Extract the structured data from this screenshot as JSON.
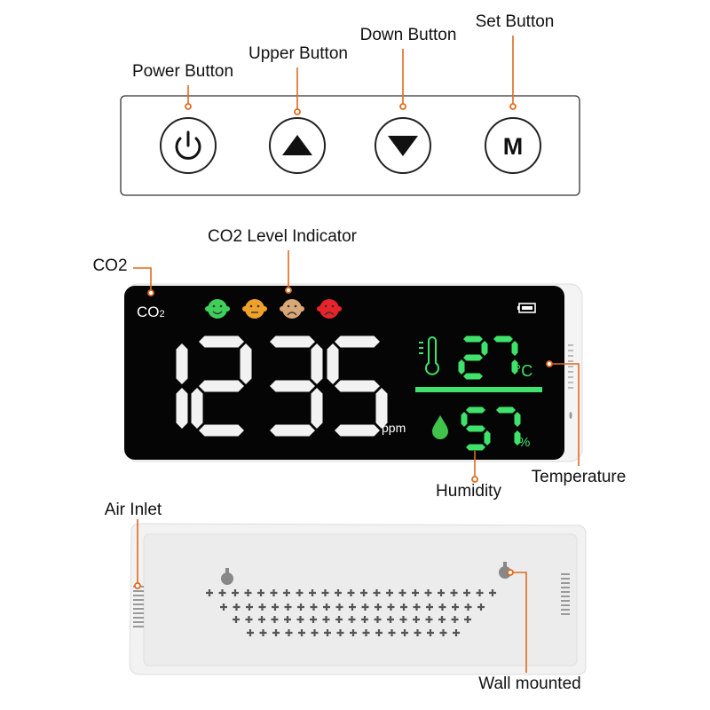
{
  "labels": {
    "power": "Power Button",
    "upper": "Upper Button",
    "down": "Down Button",
    "set": "Set Button",
    "co2": "CO2",
    "co2_level": "CO2 Level Indicator",
    "humidity": "Humidity",
    "temperature": "Temperature",
    "air_inlet": "Air Inlet",
    "wall_mounted": "Wall mounted"
  },
  "buttons": {
    "set_glyph": "M"
  },
  "display": {
    "co2_label": "CO",
    "co2_sub": "2",
    "co2_value": "1235",
    "co2_unit": "ppm",
    "temperature_value": "27",
    "temperature_unit": "°C",
    "humidity_value": "57",
    "humidity_unit": "%",
    "level_faces": [
      {
        "mood": "happy",
        "color": "#3ed05a"
      },
      {
        "mood": "neutral",
        "color": "#f0a12c"
      },
      {
        "mood": "sad",
        "color": "#d9a877"
      },
      {
        "mood": "very-sad",
        "color": "#e8232a"
      }
    ],
    "digit_white": "#f2f2f2",
    "digit_green": "#3fe36b"
  },
  "colors": {
    "leader": "#e06a1e"
  }
}
